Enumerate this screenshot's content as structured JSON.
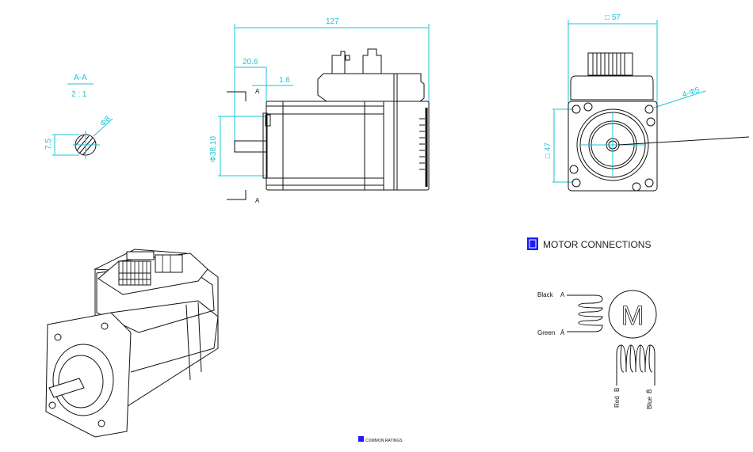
{
  "section_view": {
    "label": "A-A",
    "scale": "2 : 1",
    "dim_flat": "7.5",
    "dim_dia": "Φ8"
  },
  "side_view": {
    "dim_length": "127",
    "dim_shaft": "20.6",
    "dim_boss": "1.6",
    "dim_pilot": "Φ38.10",
    "section_mark": "A"
  },
  "front_view": {
    "dim_width": "□ 57",
    "dim_bolt": "□ 47",
    "dim_holes": "4-Φ5"
  },
  "motor_connections": {
    "title": "MOTOR CONNECTIONS",
    "motor_symbol": "M",
    "wires": [
      {
        "color": "Black",
        "phase": "A"
      },
      {
        "color": "Green",
        "phase": "Ā"
      },
      {
        "color": "Red",
        "phase": "B"
      },
      {
        "color": "Blue",
        "phase": "B̄"
      }
    ]
  },
  "footer": {
    "label": "COMMON RATINGS"
  },
  "colors": {
    "dimension": "#19c5d6",
    "icon": "#1a1aff"
  }
}
